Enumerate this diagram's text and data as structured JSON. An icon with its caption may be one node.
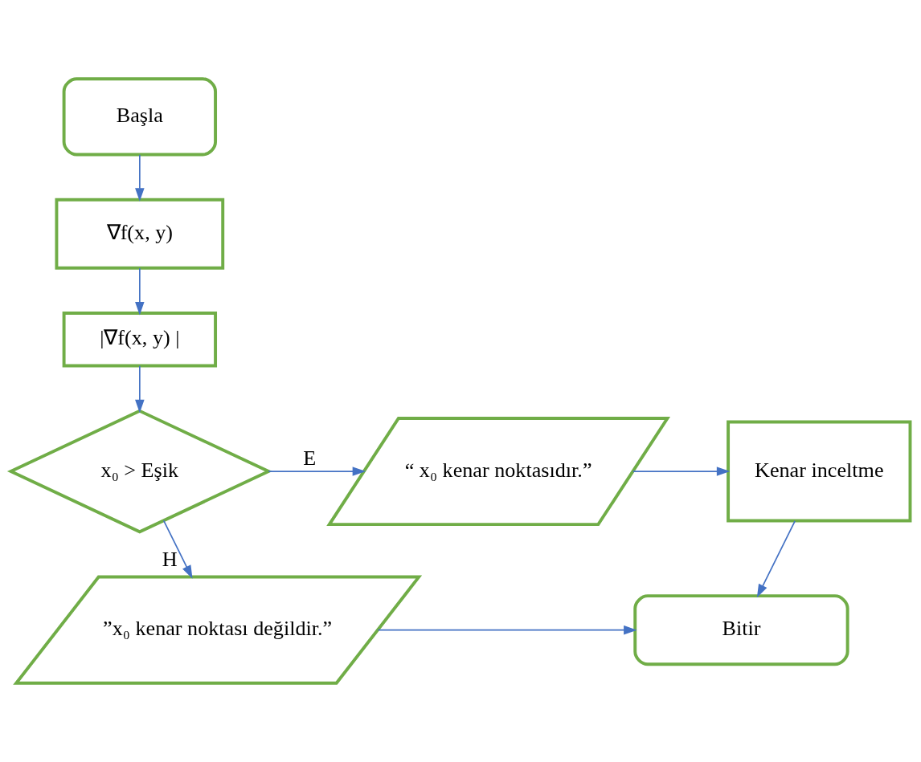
{
  "diagram": {
    "nodes": [
      {
        "text": [
          "Başla"
        ]
      },
      {
        "text": [
          "∇f(x, y)"
        ]
      },
      {
        "text": [
          "|∇f(x, y) |"
        ]
      },
      {
        "text": [
          "x₀ > Eşik"
        ]
      },
      {
        "text": [
          "“ x₀ kenar noktasıdır.”"
        ]
      },
      {
        "text": [
          "Kenar inceltme"
        ]
      },
      {
        "text": [
          "”x₀ kenar noktası değildir.”"
        ]
      },
      {
        "text": [
          "Bitir"
        ]
      }
    ],
    "edges": [
      {
        "from": 0,
        "to": 1,
        "arrow": "to"
      },
      {
        "from": 1,
        "to": 2,
        "arrow": "to"
      },
      {
        "from": 2,
        "to": 3,
        "arrow": "to"
      },
      {
        "from": 3,
        "to": 4,
        "arrow": "to",
        "label": "E"
      },
      {
        "from": 4,
        "to": 5,
        "arrow": "to"
      },
      {
        "from": 5,
        "to": 7,
        "arrow": "to"
      },
      {
        "from": 3,
        "to": 6,
        "arrow": "to",
        "label": "H"
      },
      {
        "from": 6,
        "to": 7,
        "arrow": "to"
      }
    ]
  }
}
